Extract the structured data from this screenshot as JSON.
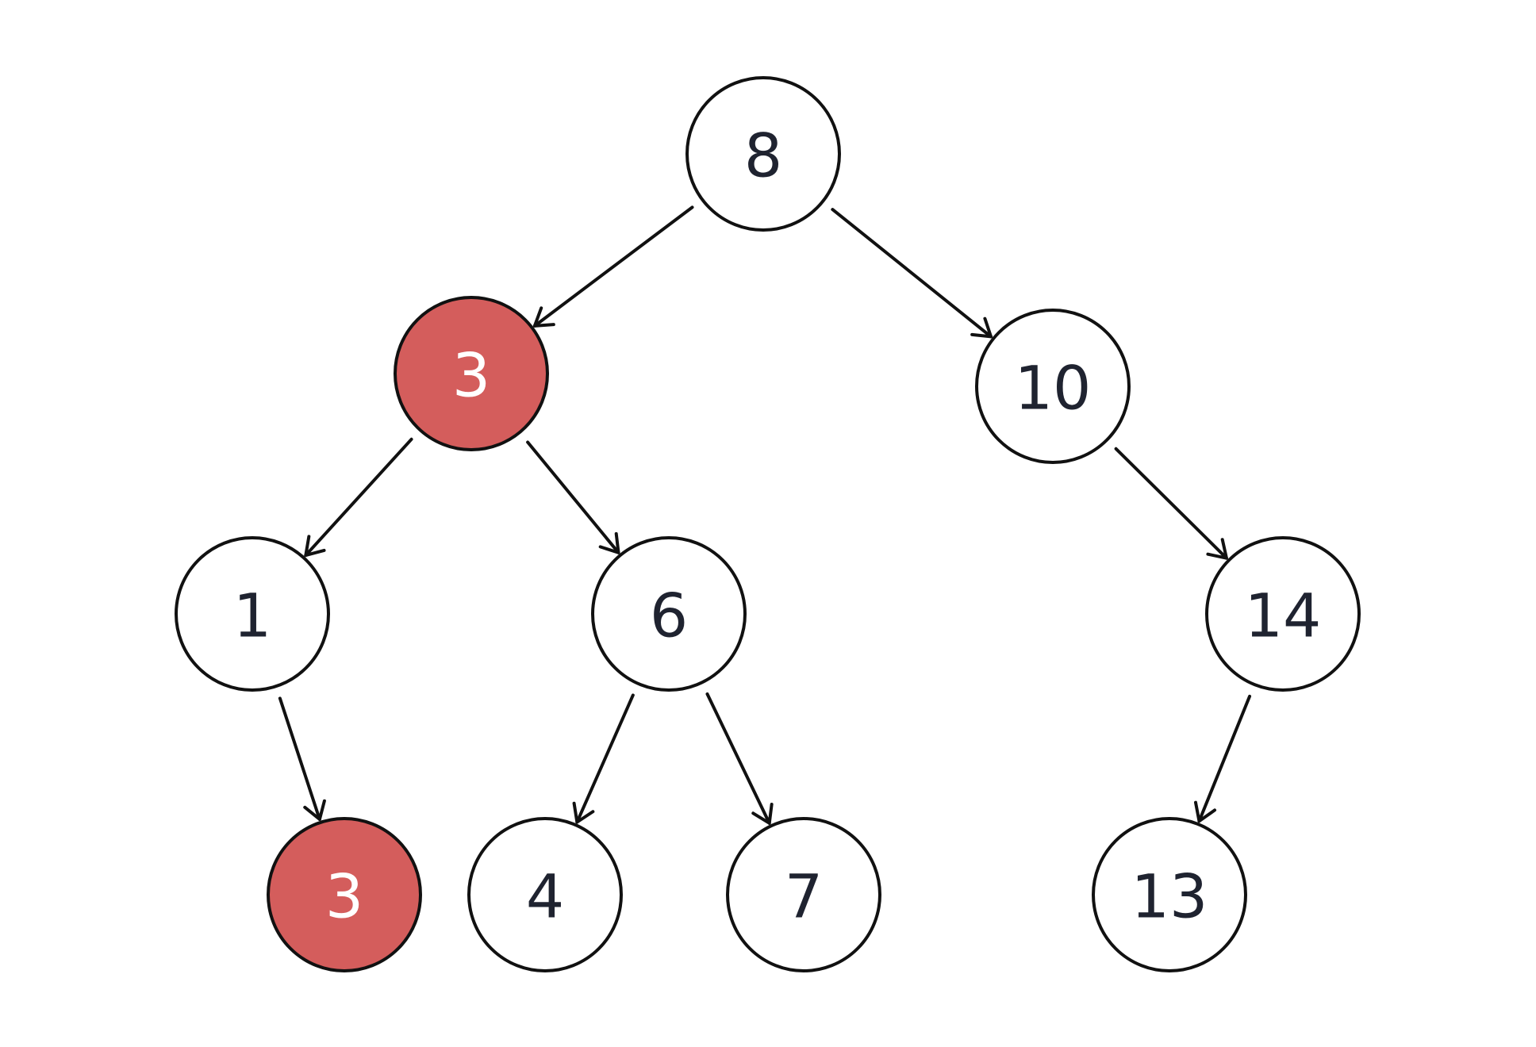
{
  "colors": {
    "default_fill": "#ffffff",
    "default_text": "#1f2330",
    "highlight_fill": "#d45d5c",
    "highlight_text": "#ffffff"
  },
  "nodes": [
    {
      "id": "n8",
      "label": "8",
      "highlighted": false
    },
    {
      "id": "n3a",
      "label": "3",
      "highlighted": true
    },
    {
      "id": "n10",
      "label": "10",
      "highlighted": false
    },
    {
      "id": "n1",
      "label": "1",
      "highlighted": false
    },
    {
      "id": "n6",
      "label": "6",
      "highlighted": false
    },
    {
      "id": "n14",
      "label": "14",
      "highlighted": false
    },
    {
      "id": "n3b",
      "label": "3",
      "highlighted": true
    },
    {
      "id": "n4",
      "label": "4",
      "highlighted": false
    },
    {
      "id": "n7",
      "label": "7",
      "highlighted": false
    },
    {
      "id": "n13",
      "label": "13",
      "highlighted": false
    }
  ],
  "edges": [
    {
      "from": "n8",
      "to": "n3a"
    },
    {
      "from": "n8",
      "to": "n10"
    },
    {
      "from": "n3a",
      "to": "n1"
    },
    {
      "from": "n3a",
      "to": "n6"
    },
    {
      "from": "n10",
      "to": "n14"
    },
    {
      "from": "n1",
      "to": "n3b"
    },
    {
      "from": "n6",
      "to": "n4"
    },
    {
      "from": "n6",
      "to": "n7"
    },
    {
      "from": "n14",
      "to": "n13"
    }
  ]
}
